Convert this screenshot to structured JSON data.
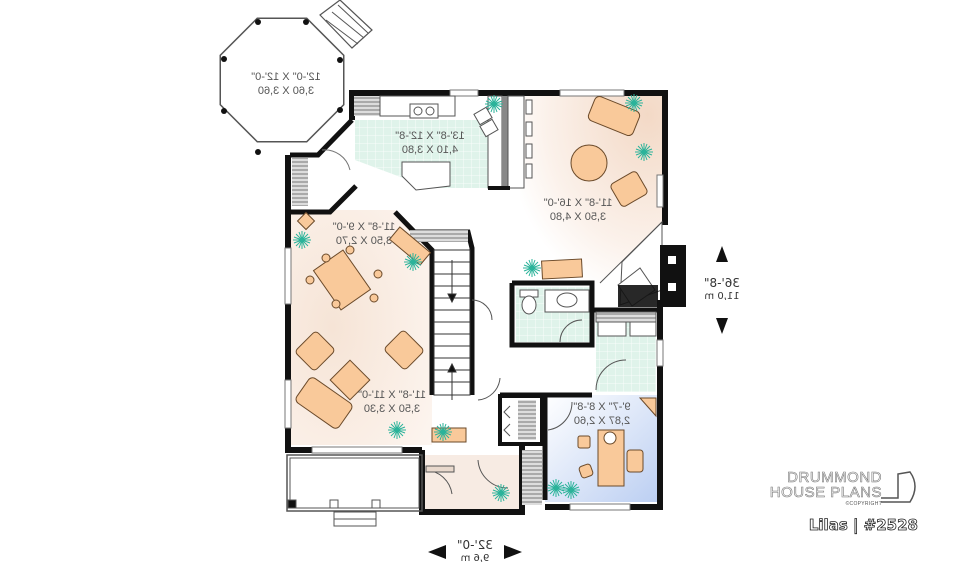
{
  "plan": {
    "title": "Lilas | #2528",
    "name": "Lilas",
    "number": "#2528",
    "brand": {
      "line1": "DRUMMOND",
      "line2": "HOUSE PLANS",
      "line3": "©COPYRIGHT"
    },
    "mirrored": true
  },
  "overall_dimensions": {
    "depth": {
      "imperial": "36'-8\"",
      "metric": "11,0 m"
    },
    "width": {
      "imperial": "32'-0\"",
      "metric": "9,6 m"
    }
  },
  "rooms": [
    {
      "id": "gazebo",
      "imperial": "12'-0\" X 12'-0\"",
      "metric": "3,60 X 3,60"
    },
    {
      "id": "kitchen",
      "imperial": "13'-8\" X 12'-8\"",
      "metric": "4,10 X 3,80"
    },
    {
      "id": "living",
      "imperial": "11'-8\" X 16'-0\"",
      "metric": "3,50 X 4,80"
    },
    {
      "id": "dining",
      "imperial": "11'-8\" X 9'-0\"",
      "metric": "3,50 X 2,70"
    },
    {
      "id": "family",
      "imperial": "11'-8\" X 11'-0\"",
      "metric": "3,50 X 3,30"
    },
    {
      "id": "office",
      "imperial": "9'-7\" X 8'-8\"",
      "metric": "2,87 X 2,60"
    }
  ],
  "colors": {
    "wall": "#111111",
    "kitchen_floor": "#e4f5ee",
    "bath_floor": "#d9f0e6",
    "office_floor": "#c8d8f5",
    "living_floor": "#f6e6dc",
    "furniture": "#f9c99a",
    "furniture_stroke": "#6b4a2a",
    "plant": "#2bb39a"
  }
}
